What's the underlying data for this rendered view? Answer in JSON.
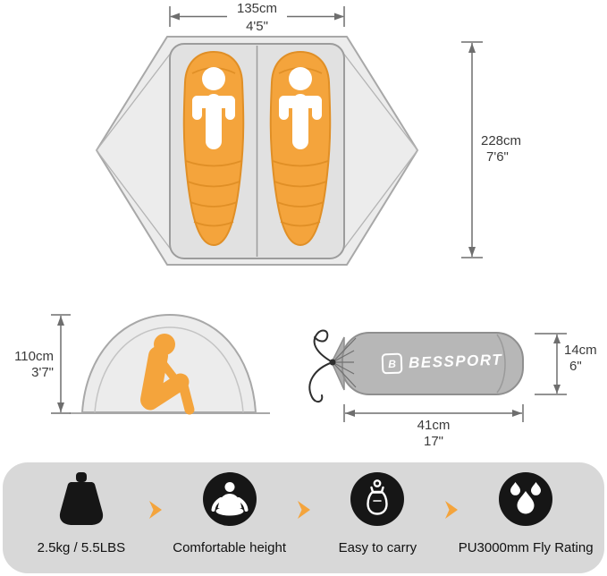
{
  "brand": {
    "logo_text": "BESSPORT",
    "logo_mark": "B"
  },
  "top_view": {
    "width": {
      "metric": "135cm",
      "imperial": "4'5\""
    },
    "length": {
      "metric": "228cm",
      "imperial": "7'6\""
    }
  },
  "side_view": {
    "height": {
      "metric": "110cm",
      "imperial": "3'7\""
    }
  },
  "carry_bag": {
    "length": {
      "metric": "41cm",
      "imperial": "17\""
    },
    "diameter": {
      "metric": "14cm",
      "imperial": "6\""
    }
  },
  "features": [
    {
      "icon": "weight-icon",
      "label": "2.5kg / 5.5LBS"
    },
    {
      "icon": "meditating-person-icon",
      "label": "Comfortable height"
    },
    {
      "icon": "carry-sack-icon",
      "label": "Easy to carry"
    },
    {
      "icon": "water-drops-icon",
      "label": "PU3000mm Fly Rating"
    }
  ],
  "colors": {
    "accent_orange": "#F4A43C",
    "seam_orange": "#E08F26",
    "tent_gray": "#ECECEC",
    "floor_gray": "#E1E1E1",
    "bag_gray": "#B7B7B7",
    "footer_gray": "#D8D8D8",
    "icon_black": "#161616",
    "dim_line_gray": "#6E6E6E"
  }
}
